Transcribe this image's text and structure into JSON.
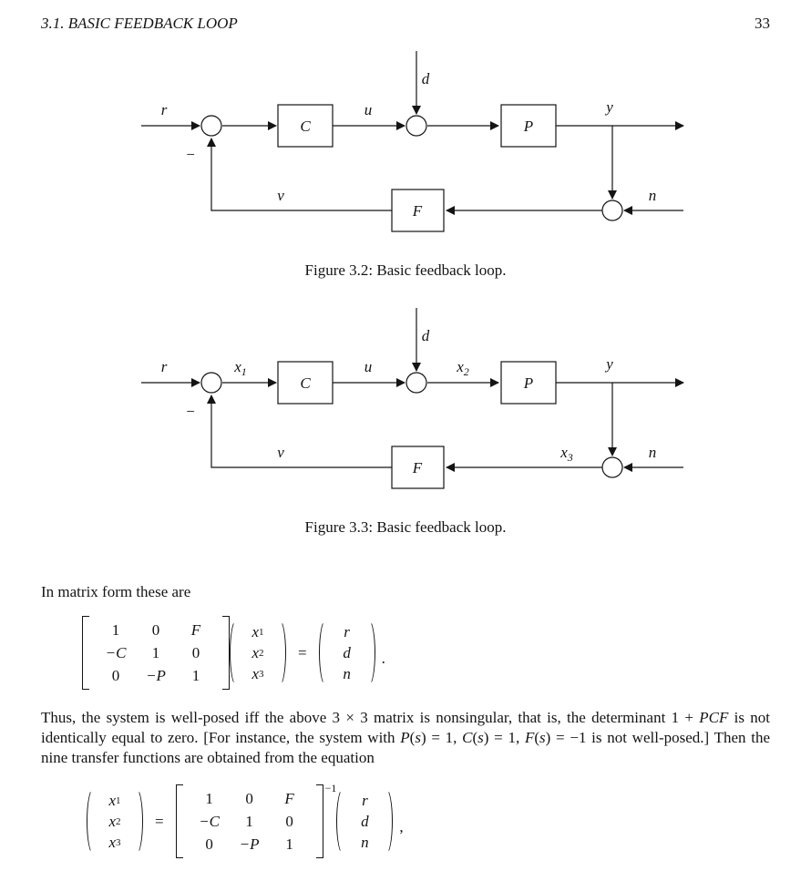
{
  "header": {
    "section": "3.1.  BASIC FEEDBACK LOOP",
    "page_number": "33"
  },
  "figure32": {
    "caption": "Figure 3.2: Basic feedback loop.",
    "signals": {
      "r": "r",
      "u": "u",
      "d": "d",
      "y": "y",
      "v": "v",
      "n": "n",
      "minus": "−"
    },
    "blocks": {
      "controller": "C",
      "plant": "P",
      "feedback": "F"
    }
  },
  "figure33": {
    "caption": "Figure 3.3: Basic feedback loop.",
    "signals": {
      "r": "r",
      "u": "u",
      "d": "d",
      "y": "y",
      "v": "v",
      "n": "n",
      "minus": "−",
      "x1": {
        "base": "x",
        "sub": "1"
      },
      "x2": {
        "base": "x",
        "sub": "2"
      },
      "x3": {
        "base": "x",
        "sub": "3"
      }
    },
    "blocks": {
      "controller": "C",
      "plant": "P",
      "feedback": "F"
    }
  },
  "body": {
    "intro": "In matrix form these are",
    "paragraph": [
      {
        "t": "Thus, the system is well-posed iff the above 3 × 3 matrix is nonsingular, that is, the determinant 1 + ",
        "i": false
      },
      {
        "t": "PCF",
        "i": true
      },
      {
        "t": " is not identically equal to zero. [For instance, the system with ",
        "i": false
      },
      {
        "t": "P",
        "i": true
      },
      {
        "t": "(",
        "i": false
      },
      {
        "t": "s",
        "i": true
      },
      {
        "t": ") = 1, ",
        "i": false
      },
      {
        "t": "C",
        "i": true
      },
      {
        "t": "(",
        "i": false
      },
      {
        "t": "s",
        "i": true
      },
      {
        "t": ") = 1, ",
        "i": false
      },
      {
        "t": "F",
        "i": true
      },
      {
        "t": "(",
        "i": false
      },
      {
        "t": "s",
        "i": true
      },
      {
        "t": ") = −1 is not well-posed.] Then the nine transfer functions are obtained from the equation",
        "i": false
      }
    ]
  },
  "math": {
    "matrix": [
      [
        "1",
        "0",
        "F"
      ],
      [
        "−C",
        "1",
        "0"
      ],
      [
        "0",
        "−P",
        "1"
      ]
    ],
    "vector_x": [
      {
        "base": "x",
        "sub": "1"
      },
      {
        "base": "x",
        "sub": "2"
      },
      {
        "base": "x",
        "sub": "3"
      }
    ],
    "vector_rdn": [
      "r",
      "d",
      "n"
    ],
    "equals": "=",
    "inverse_exponent": "−1",
    "eq1_punct": ".",
    "eq2_punct": ","
  }
}
